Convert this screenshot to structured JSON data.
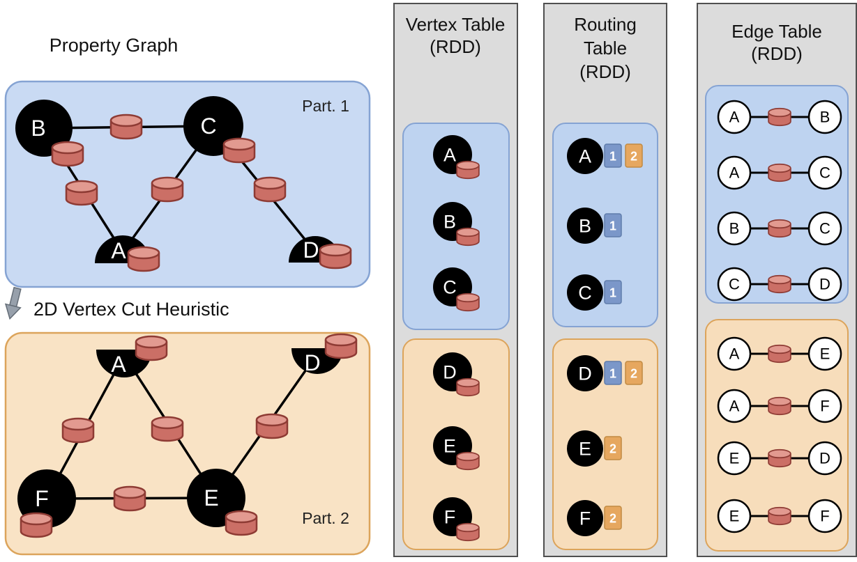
{
  "colors": {
    "partition1_fill": "#c9daf3",
    "partition1_border": "#85a3d3",
    "partition2_fill": "#f9e3c5",
    "partition2_border": "#dca45b",
    "panel_fill": "#dcdcdc",
    "panel_border": "#4f4f4f",
    "vertex_fill": "#000000",
    "vertex_label": "#ffffff",
    "cylinder_fill": "#cb6f66",
    "cylinder_top": "#e29a90",
    "badge_blue": "#7b97c9",
    "badge_orange": "#e6a75f"
  },
  "property_graph": {
    "title": "Property Graph",
    "cut_label": "2D Vertex Cut Heuristic",
    "part1_label": "Part. 1",
    "part2_label": "Part. 2",
    "part1_vertices": [
      "B",
      "C",
      "A",
      "D"
    ],
    "part1_edges": [
      [
        "B",
        "C"
      ],
      [
        "B",
        "A"
      ],
      [
        "C",
        "A"
      ],
      [
        "C",
        "D"
      ]
    ],
    "part2_vertices": [
      "A",
      "D",
      "F",
      "E"
    ],
    "part2_edges": [
      [
        "A",
        "F"
      ],
      [
        "A",
        "E"
      ],
      [
        "D",
        "E"
      ],
      [
        "F",
        "E"
      ]
    ]
  },
  "vertex_table": {
    "title_lines": [
      "Vertex Table",
      "(RDD)"
    ],
    "part1_vertices": [
      "A",
      "B",
      "C"
    ],
    "part2_vertices": [
      "D",
      "E",
      "F"
    ]
  },
  "routing_table": {
    "title_lines": [
      "Routing",
      "Table",
      "(RDD)"
    ],
    "part1_rows": [
      {
        "vertex": "A",
        "partitions": [
          "1",
          "2"
        ]
      },
      {
        "vertex": "B",
        "partitions": [
          "1"
        ]
      },
      {
        "vertex": "C",
        "partitions": [
          "1"
        ]
      }
    ],
    "part2_rows": [
      {
        "vertex": "D",
        "partitions": [
          "1",
          "2"
        ]
      },
      {
        "vertex": "E",
        "partitions": [
          "2"
        ]
      },
      {
        "vertex": "F",
        "partitions": [
          "2"
        ]
      }
    ]
  },
  "edge_table": {
    "title_lines": [
      "Edge Table",
      "(RDD)"
    ],
    "part1_edges": [
      [
        "A",
        "B"
      ],
      [
        "A",
        "C"
      ],
      [
        "B",
        "C"
      ],
      [
        "C",
        "D"
      ]
    ],
    "part2_edges": [
      [
        "A",
        "E"
      ],
      [
        "A",
        "F"
      ],
      [
        "E",
        "D"
      ],
      [
        "E",
        "F"
      ]
    ]
  }
}
